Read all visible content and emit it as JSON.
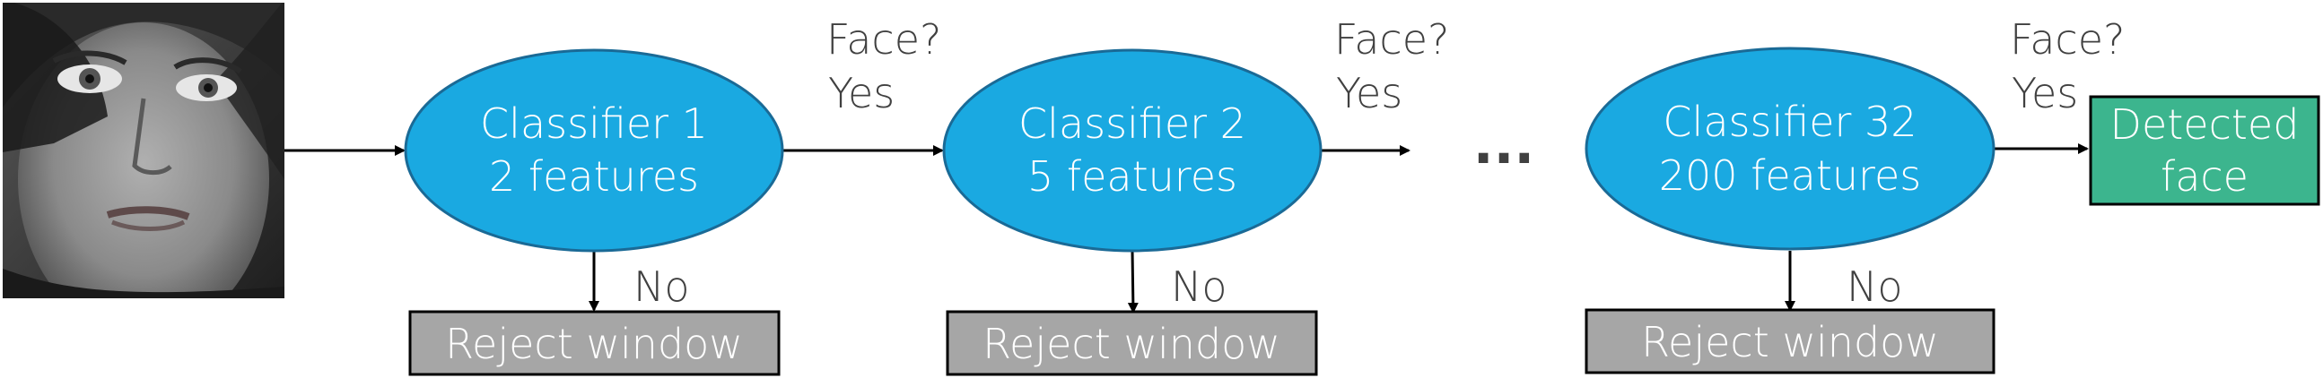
{
  "input_image": {
    "description_icon": "face-photo"
  },
  "colors": {
    "classifier_fill": "#1aa9e1",
    "classifier_stroke": "#1a6a96",
    "reject_fill": "#a6a6a6",
    "reject_stroke": "#000000",
    "detected_fill": "#3cb58e",
    "detected_stroke": "#000000",
    "arrow": "#000000",
    "text_on_node": "#ffffff",
    "edge_text": "#404040"
  },
  "classifiers": [
    {
      "line1": "Classifier 1",
      "line2": "2 features"
    },
    {
      "line1": "Classifier 2",
      "line2": "5 features"
    },
    {
      "line1": "Classifier 32",
      "line2": "200 features"
    }
  ],
  "edge_labels": {
    "face_line1": "Face?",
    "face_line2": "Yes",
    "no": "No"
  },
  "reject_label": "Reject window",
  "ellipsis": "...",
  "detected": {
    "line1": "Detected",
    "line2": "face"
  }
}
